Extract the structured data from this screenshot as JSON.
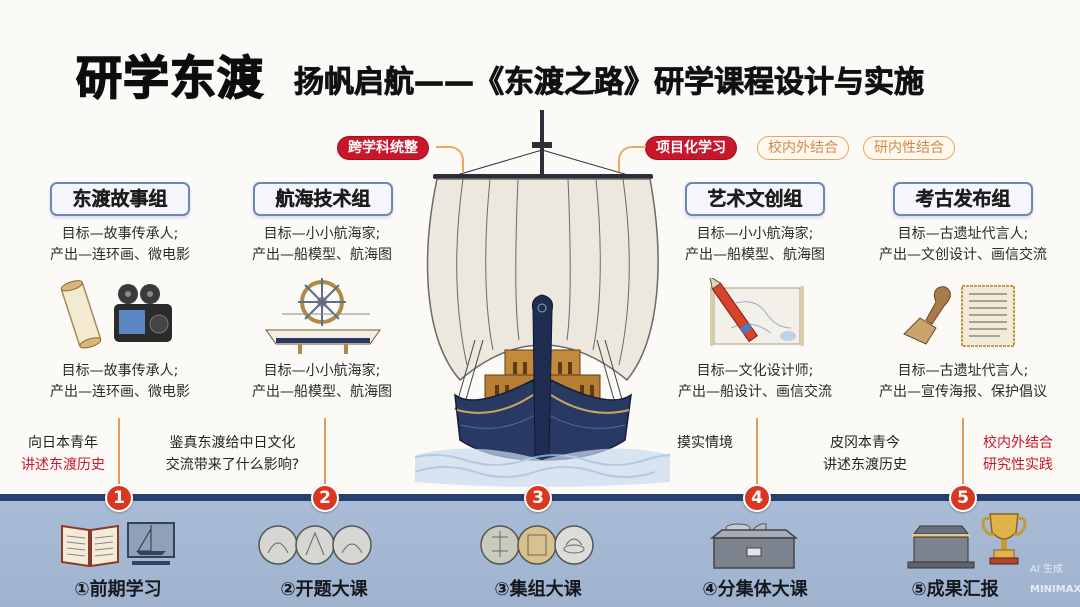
{
  "header": {
    "title_main": "研学东渡",
    "title_sub": "扬帆启航——《东渡之路》研学课程设计与实施"
  },
  "tags": {
    "interdisciplinary": "跨学科统整",
    "project_learning": "项目化学习",
    "school_combo": "校内外结合",
    "research_combo": "研内性结合"
  },
  "colors": {
    "accent_red": "#c8162b",
    "navy": "#27416f",
    "orange_line": "#e39a5a",
    "band_blue": "#a9bcd6"
  },
  "groups": [
    {
      "name": "东渡故事组",
      "top_desc": [
        "目标—故事传承人;",
        "产出—连环画、微电影"
      ],
      "icons": [
        "scroll-icon",
        "camera-icon"
      ],
      "bottom_desc": [
        "目标—故事传承人;",
        "产出—连环画、微电影"
      ],
      "note": [
        "向日本青年",
        "讲述东渡历史"
      ]
    },
    {
      "name": "航海技术组",
      "top_desc": [
        "目标—小小航海家;",
        "产出—船模型、航海图"
      ],
      "icons": [
        "ship-wheel-model-icon"
      ],
      "bottom_desc": [
        "目标—小小航海家;",
        "产出—船模型、航海图"
      ],
      "note": [
        "鉴真东渡给中日文化",
        "交流带来了什么影响?"
      ]
    },
    {
      "name": "艺术文创组",
      "top_desc": [
        "目标—小小航海家;",
        "产出—船模型、航海图"
      ],
      "icons": [
        "map-pencil-icon"
      ],
      "bottom_desc": [
        "目标—文化设计师;",
        "产出—船设计、画信交流"
      ],
      "note": [
        "摸实情境"
      ]
    },
    {
      "name": "考古发布组",
      "top_desc": [
        "目标—古遗址代言人;",
        "产出—文创设计、画信交流"
      ],
      "icons": [
        "trowel-icon",
        "manuscript-icon"
      ],
      "bottom_desc": [
        "目标—古遗址代言人;",
        "产出—宣传海报、保护倡议"
      ],
      "note": [
        "皮冈本青今",
        "讲述东渡历史"
      ],
      "note_right": [
        "校内外结合",
        "研究性实践"
      ]
    }
  ],
  "steps": [
    {
      "num": "1",
      "label": "①前期学习"
    },
    {
      "num": "2",
      "label": "②开题大课"
    },
    {
      "num": "3",
      "label": "③集组大课"
    },
    {
      "num": "4",
      "label": "④分集体大课"
    },
    {
      "num": "5",
      "label": "⑤成果汇报"
    }
  ],
  "watermark": {
    "ai": "AI 生成",
    "brand": "MINIMAX"
  }
}
